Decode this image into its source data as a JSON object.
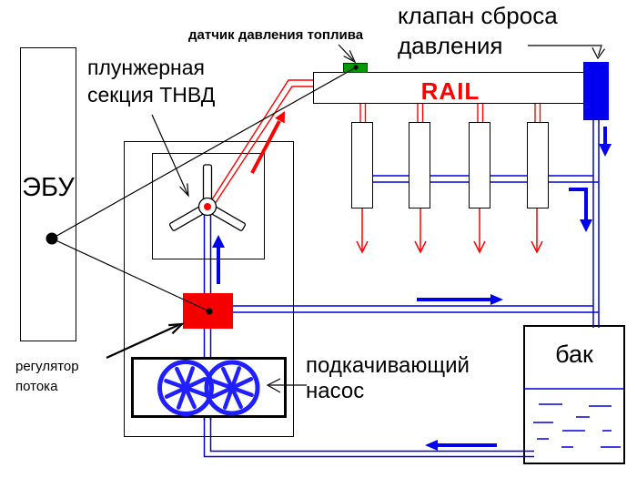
{
  "labels": {
    "relief_valve_line1": "клапан сброса",
    "relief_valve_line2": "давления",
    "fuel_pressure_sensor": "датчик давления топлива",
    "plunger_line1": "плунжерная",
    "plunger_line2": "секция ТНВД",
    "ecu": "ЭБУ",
    "rail": "RAIL",
    "regulator_line1": "регулятор",
    "regulator_line2": "потока",
    "feed_pump_line1": "подкачивающий",
    "feed_pump_line2": "насос",
    "tank": "бак"
  },
  "colors": {
    "high_pressure_red": "#ff0000",
    "low_pressure_blue": "#0000dd",
    "sensor_green": "#009900",
    "valve_blue": "#0000ee",
    "gear_blue": "#1f1fff",
    "regulator_red": "#f40000",
    "outline_black": "#000000",
    "rail_text_red": "#ff0000"
  }
}
